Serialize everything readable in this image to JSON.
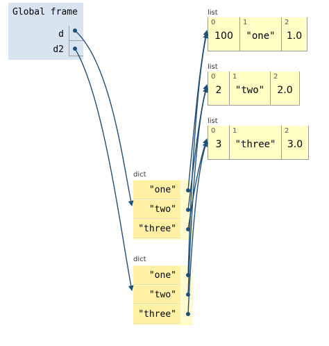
{
  "global_frame": {
    "title": "Global frame",
    "vars": [
      {
        "name": "d"
      },
      {
        "name": "d2"
      }
    ]
  },
  "lists": [
    {
      "label": "list",
      "cells": [
        {
          "index": "0",
          "value": "100"
        },
        {
          "index": "1",
          "value": "\"one\""
        },
        {
          "index": "2",
          "value": "1.0"
        }
      ]
    },
    {
      "label": "list",
      "cells": [
        {
          "index": "0",
          "value": "2"
        },
        {
          "index": "1",
          "value": "\"two\""
        },
        {
          "index": "2",
          "value": "2.0"
        }
      ]
    },
    {
      "label": "list",
      "cells": [
        {
          "index": "0",
          "value": "3"
        },
        {
          "index": "1",
          "value": "\"three\""
        },
        {
          "index": "2",
          "value": "3.0"
        }
      ]
    }
  ],
  "dicts": [
    {
      "label": "dict",
      "keys": [
        "\"one\"",
        "\"two\"",
        "\"three\""
      ]
    },
    {
      "label": "dict",
      "keys": [
        "\"one\"",
        "\"two\"",
        "\"three\""
      ]
    }
  ],
  "colors": {
    "arrow": "#1f4e79",
    "frame_bg": "#d9e4f1",
    "list_bg": "#ffffc6",
    "dict_key_bg": "#fff0a3"
  }
}
